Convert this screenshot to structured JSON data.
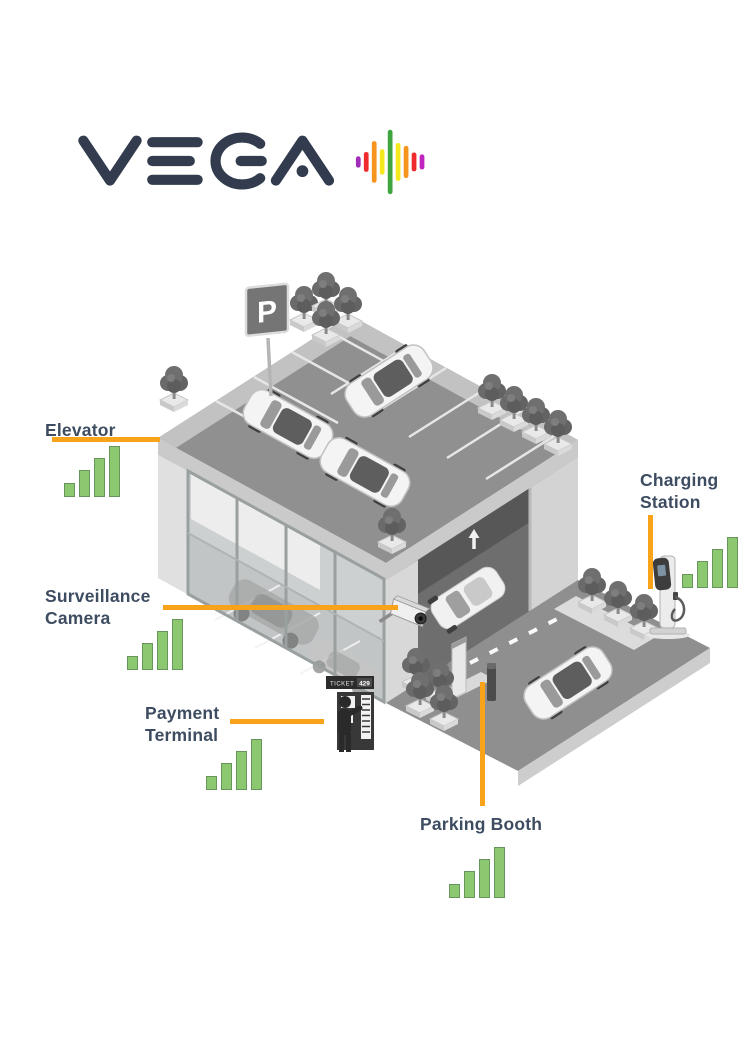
{
  "logo": {
    "brand": "VEGA",
    "logo_color": "#323C4E",
    "soundwave_icon_colors": [
      "#A12CB8",
      "#EF2B2D",
      "#F7941D",
      "#F4E81F",
      "#3FA63F",
      "#F4E81F",
      "#F7941D",
      "#EF2B2D",
      "#C024C0"
    ]
  },
  "diagram": {
    "labels": {
      "elevator": "Elevator",
      "surveillance_camera": [
        "Surveillance",
        "Camera"
      ],
      "payment_terminal": [
        "Payment",
        "Terminal"
      ],
      "parking_booth": "Parking Booth",
      "charging_station": [
        "Charging",
        "Station"
      ]
    },
    "building_text": {
      "parking_sign": "P",
      "ticket_machine_header": "TICKET",
      "ticket_machine_number": "429"
    }
  },
  "colors": {
    "connector_orange": "#F8A31A",
    "signal_fill": "#8CC870",
    "signal_border": "#67955C",
    "label_text": "#3E4C61"
  }
}
